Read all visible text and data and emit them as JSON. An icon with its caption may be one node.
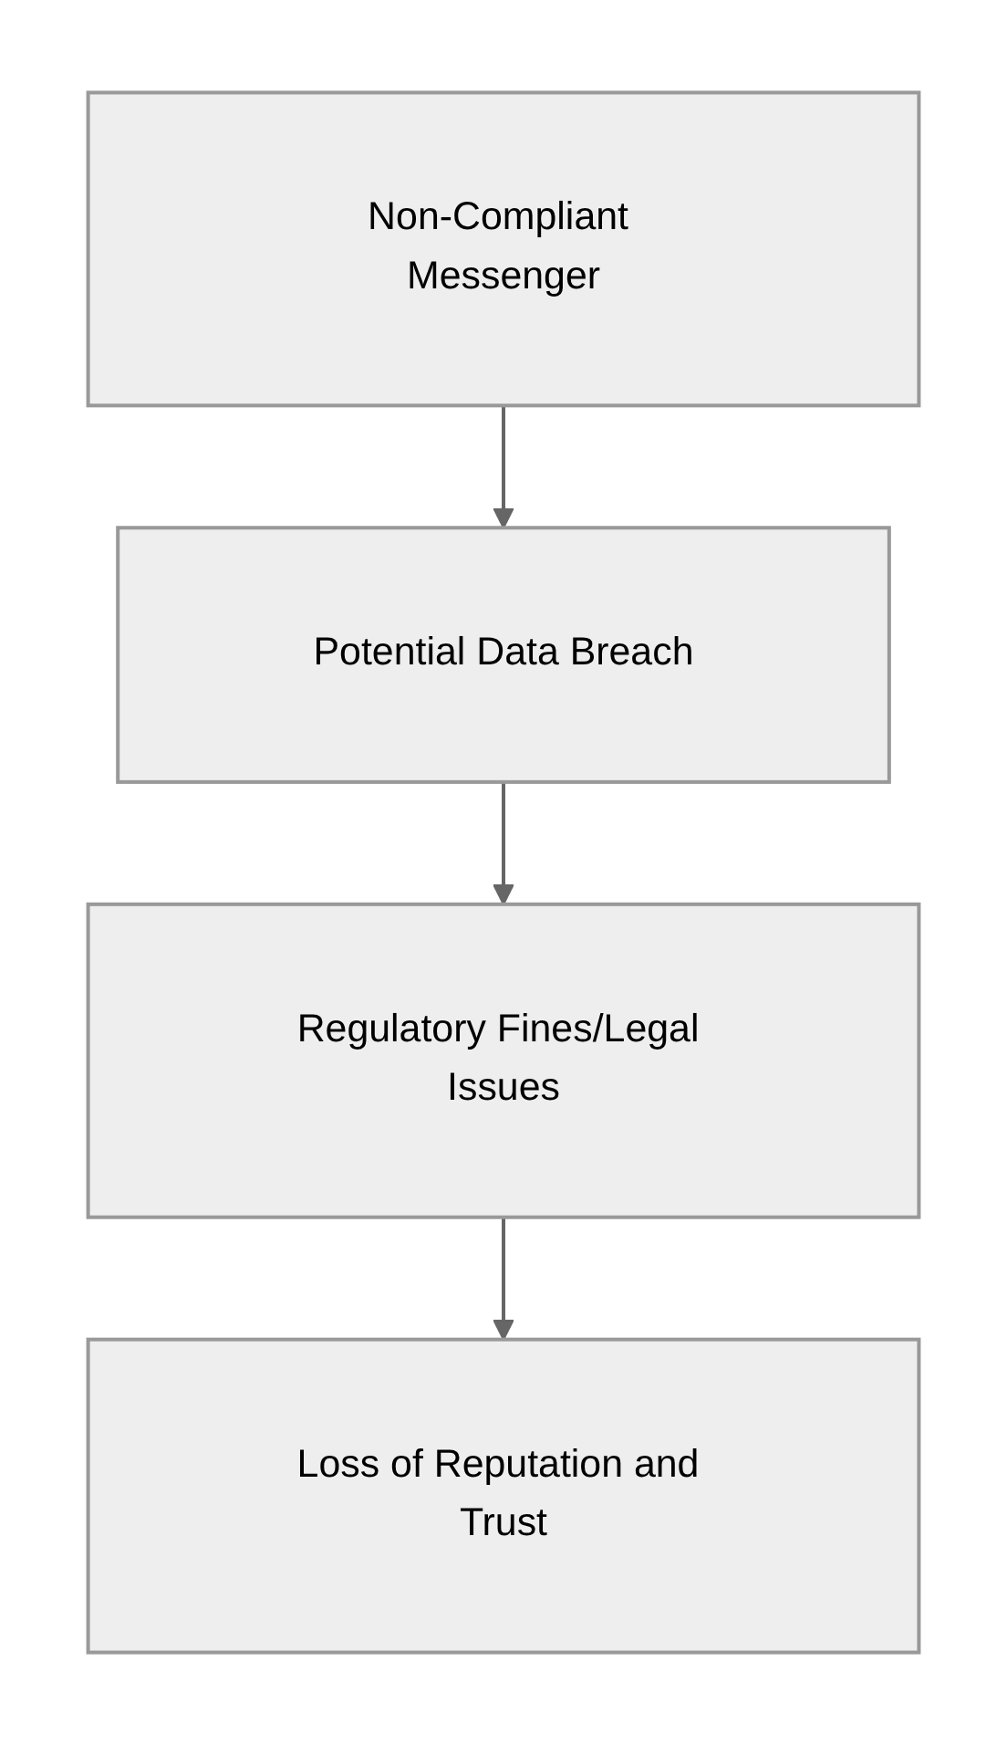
{
  "diagram": {
    "nodes": [
      {
        "text": [
          "Non-Compliant Messenger"
        ]
      },
      {
        "text": [
          "Potential Data Breach"
        ]
      },
      {
        "text": [
          "Regulatory Fines/Legal Issues"
        ]
      },
      {
        "text": [
          "Loss of Reputation and Trust"
        ]
      }
    ],
    "edges": [
      {
        "from": 0,
        "to": 1,
        "arrow": "to"
      },
      {
        "from": 1,
        "to": 2,
        "arrow": "to"
      },
      {
        "from": 2,
        "to": 3,
        "arrow": "to"
      }
    ]
  }
}
